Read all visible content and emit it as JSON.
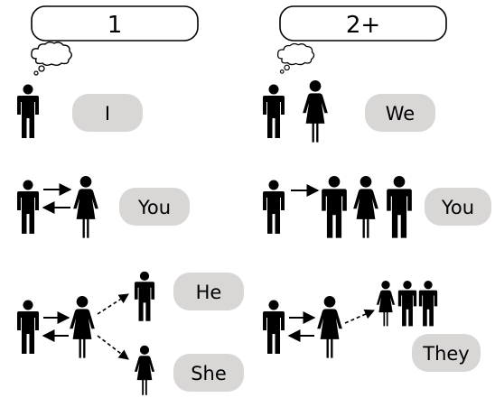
{
  "headers": {
    "singular": "1",
    "plural": "2+"
  },
  "pronouns": {
    "i": "I",
    "we": "We",
    "you_singular": "You",
    "you_plural": "You",
    "he": "He",
    "she": "She",
    "they": "They"
  },
  "colors": {
    "figure": "#000000",
    "pill": "#d9d6d6",
    "outline": "#000000",
    "background": "#ffffff"
  },
  "icons": [
    "man-icon",
    "woman-icon",
    "thought-cloud-icon",
    "arrow-icon",
    "dashed-arrow-icon"
  ]
}
